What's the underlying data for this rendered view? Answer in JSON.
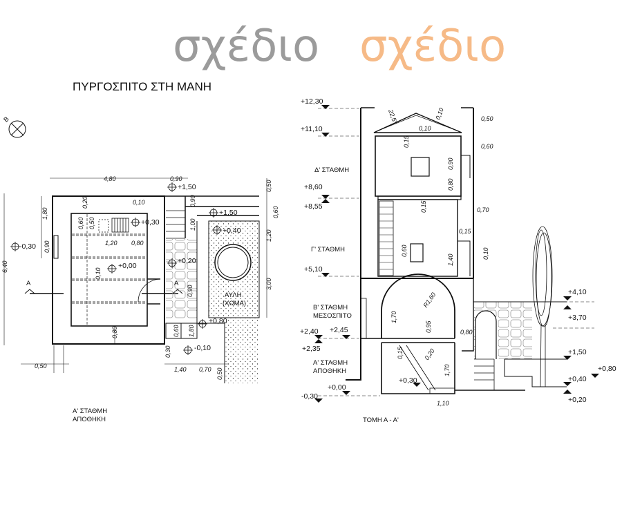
{
  "title": "ΠΥΡΓΟΣΠΙΤΟ ΣΤΗ ΜΑΝΗ",
  "north_label": "B",
  "watermark": {
    "gray": "σχέδιο",
    "orange": "σχέδιο",
    "gray_color": "#8a8a8a",
    "orange_color": "#f4a460"
  },
  "plan": {
    "caption_1": "Α' ΣΤΑΘΜΗ",
    "caption_2": "ΑΠΟΘΗΚΗ",
    "section_mark_left": "A",
    "section_mark_right": "A",
    "yard_1": "ΑΥΛΗ",
    "yard_2": "(ΧΩΜΑ)",
    "dims": [
      "4,80",
      "0,90",
      "6,40",
      "1,80",
      "0,90",
      "0,20",
      "0,10",
      "0,60",
      "0,50",
      "1,20",
      "0,80",
      "0,10",
      "0,80",
      "0,50",
      "1,40",
      "0,70",
      "0,50",
      "0,30",
      "0,60",
      "1,80",
      "0,90",
      "1,00",
      "0,90",
      "0,50",
      "0,60",
      "1,20",
      "3,00"
    ],
    "levels": [
      "+1,50",
      "+1,50",
      "+0,40",
      "+0,30",
      "-0,30",
      "+0,00",
      "+0,20",
      "+0,80",
      "-0,10"
    ]
  },
  "section": {
    "caption": "ΤΟΜΗ   Α - Α'",
    "floors": [
      "Δ' ΣΤΑΘΜΗ",
      "Γ' ΣΤΑΘΜΗ",
      "Β' ΣΤΑΘΜΗ",
      "ΜΕΣΟΣΠΙΤΟ",
      "Α' ΣΤΑΘΜΗ",
      "ΑΠΟΘΗΚΗ"
    ],
    "levels_left": [
      "+12,30",
      "+11,10",
      "+8,60",
      "+8,55",
      "+5,10",
      "+2,40",
      "+2,45",
      "+2,35",
      "+0,00",
      "-0,30",
      "+0,30"
    ],
    "levels_right": [
      "+4,10",
      "+3,70",
      "+1,50",
      "+0,80",
      "+0,40",
      "+0,20"
    ],
    "dims": [
      "22,5°",
      "0,10",
      "0,10",
      "0,15",
      "0,50",
      "0,60",
      "0,90",
      "0,80",
      "0,15",
      "0,70",
      "0,15",
      "0,10",
      "0,60",
      "1,40",
      "1,70",
      "R1,60",
      "0,95",
      "0,80",
      "0,15",
      "0,20",
      "1,70",
      "1,10"
    ]
  }
}
